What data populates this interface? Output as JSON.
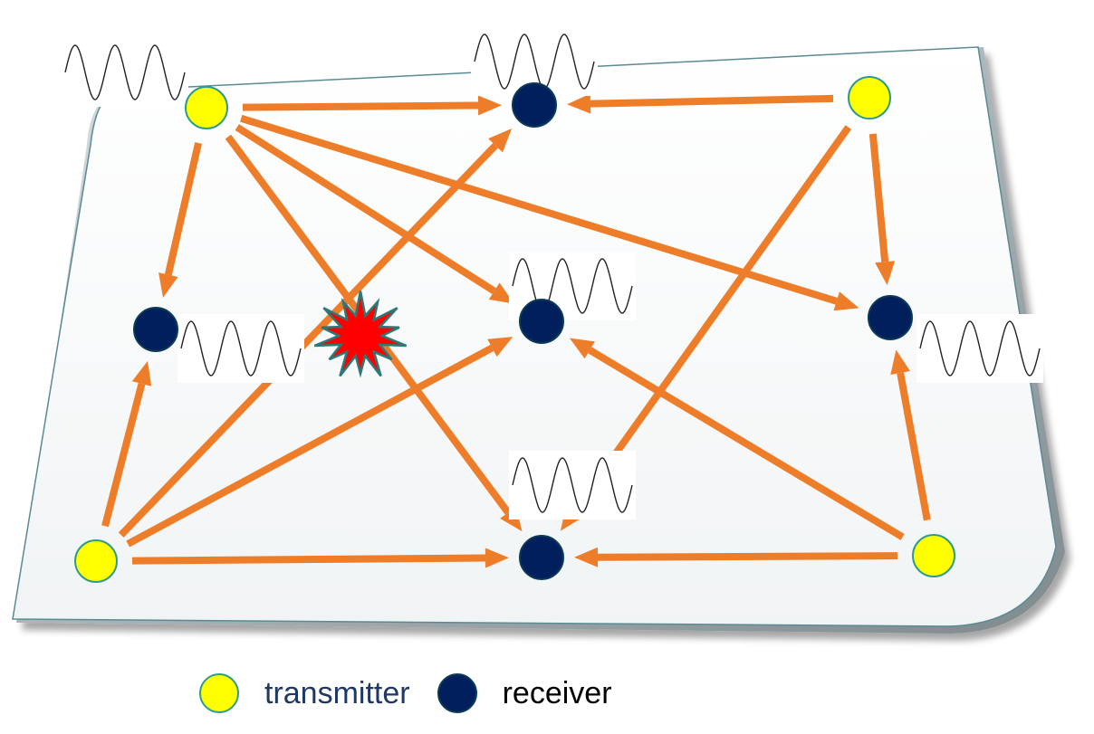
{
  "colors": {
    "transmitter_fill": "#ffff00",
    "transmitter_stroke": "#2e9b8e",
    "receiver_fill": "#001f5c",
    "arrow": "#ee7d2a",
    "collision": "#ff0000",
    "collision_stroke": "#2b7a78",
    "board_top": "#ffffff",
    "board_edge": "#9fa9ad"
  },
  "legend": {
    "transmitter": "transmitter",
    "receiver": "receiver"
  },
  "icons": {
    "transmitter": "yellow-circle-icon",
    "receiver": "navy-circle-icon",
    "wave": "sine-wave-icon",
    "collision": "red-starburst-icon"
  },
  "nodes": [
    {
      "id": "tx-top-left",
      "kind": "transmitter"
    },
    {
      "id": "tx-top-right",
      "kind": "transmitter"
    },
    {
      "id": "tx-bottom-left",
      "kind": "transmitter"
    },
    {
      "id": "tx-bottom-right",
      "kind": "transmitter"
    },
    {
      "id": "rx-top-center",
      "kind": "receiver"
    },
    {
      "id": "rx-middle-left",
      "kind": "receiver"
    },
    {
      "id": "rx-center",
      "kind": "receiver"
    },
    {
      "id": "rx-middle-right",
      "kind": "receiver"
    },
    {
      "id": "rx-bottom-center",
      "kind": "receiver"
    }
  ],
  "links": [
    {
      "from": "tx-top-left",
      "to": "rx-top-center"
    },
    {
      "from": "tx-top-left",
      "to": "rx-middle-left"
    },
    {
      "from": "tx-top-left",
      "to": "rx-center"
    },
    {
      "from": "tx-top-left",
      "to": "rx-middle-right"
    },
    {
      "from": "tx-top-left",
      "to": "rx-bottom-center"
    },
    {
      "from": "tx-top-right",
      "to": "rx-top-center"
    },
    {
      "from": "tx-top-right",
      "to": "rx-middle-right"
    },
    {
      "from": "tx-top-right",
      "to": "rx-bottom-center"
    },
    {
      "from": "tx-bottom-left",
      "to": "rx-middle-left"
    },
    {
      "from": "tx-bottom-left",
      "to": "rx-top-center"
    },
    {
      "from": "tx-bottom-left",
      "to": "rx-center"
    },
    {
      "from": "tx-bottom-left",
      "to": "rx-bottom-center"
    },
    {
      "from": "tx-bottom-right",
      "to": "rx-bottom-center"
    },
    {
      "from": "tx-bottom-right",
      "to": "rx-center"
    },
    {
      "from": "tx-bottom-right",
      "to": "rx-middle-right"
    }
  ],
  "waves": [
    "tx-top-left",
    "rx-top-center",
    "rx-middle-left",
    "rx-center",
    "rx-middle-right",
    "rx-bottom-center"
  ]
}
